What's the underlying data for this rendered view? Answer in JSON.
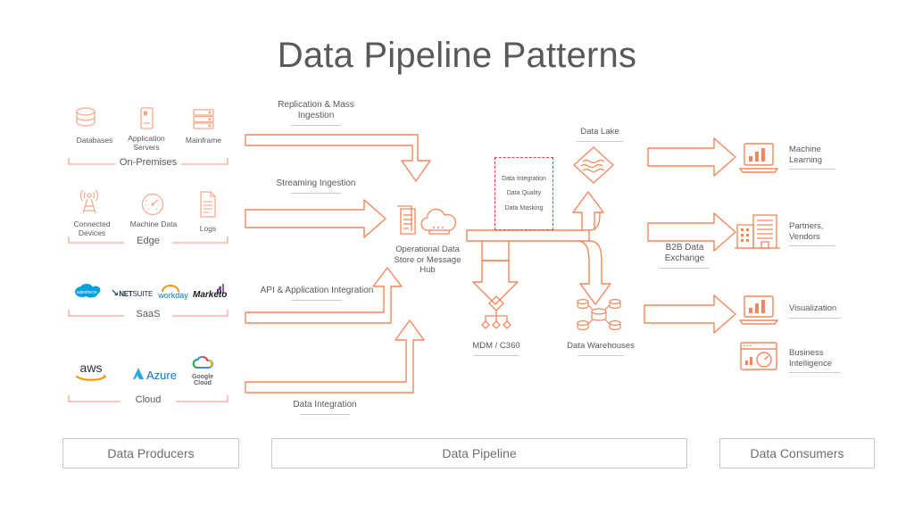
{
  "title": "Data Pipeline Patterns",
  "theme": {
    "orange": "#F47B56",
    "orange_light": "#FBB395",
    "red_dashed": "#EF3E33",
    "text": "#58595B",
    "rule": "#C9C9C9",
    "box_border": "#C8C8C8"
  },
  "producers": {
    "groups": [
      {
        "name": "On-Premises",
        "label": "On-Premises",
        "items": [
          {
            "label": "Databases",
            "icon": "database-icon"
          },
          {
            "label": "Application Servers",
            "icon": "server-icon"
          },
          {
            "label": "Mainframe",
            "icon": "mainframe-icon"
          }
        ]
      },
      {
        "name": "Edge",
        "label": "Edge",
        "items": [
          {
            "label": "Connected Devices",
            "icon": "antenna-icon"
          },
          {
            "label": "Machine Data",
            "icon": "gauge-icon"
          },
          {
            "label": "Logs",
            "icon": "documents-icon"
          }
        ]
      },
      {
        "name": "SaaS",
        "label": "SaaS",
        "items": [
          {
            "label": "salesforce",
            "icon": "salesforce-logo"
          },
          {
            "label": "NETSUITE",
            "icon": "netsuite-logo"
          },
          {
            "label": "workday",
            "icon": "workday-logo"
          },
          {
            "label": "Marketo",
            "icon": "marketo-logo"
          }
        ]
      },
      {
        "name": "Cloud",
        "label": "Cloud",
        "items": [
          {
            "label": "aws",
            "icon": "aws-logo"
          },
          {
            "label": "Azure",
            "icon": "azure-logo"
          },
          {
            "label": "Google Cloud",
            "icon": "google-cloud-logo"
          }
        ]
      }
    ]
  },
  "pipeline": {
    "flows": [
      {
        "id": "replication",
        "label": "Replication & Mass Ingestion"
      },
      {
        "id": "streaming",
        "label": "Streaming Ingestion"
      },
      {
        "id": "api",
        "label": "API & Application Integration"
      },
      {
        "id": "data_integration",
        "label": "Data Integration"
      },
      {
        "id": "b2b",
        "label": "B2B Data Exchange"
      }
    ],
    "nodes": [
      {
        "id": "ods",
        "label": "Operational Data Store or Message Hub",
        "icon": "documents-cloud-icon"
      },
      {
        "id": "data_lake",
        "label": "Data Lake",
        "icon": "data-lake-icon"
      },
      {
        "id": "mdm",
        "label": "MDM / C360",
        "icon": "mdm-network-icon"
      },
      {
        "id": "dw",
        "label": "Data Warehouses",
        "icon": "data-warehouse-icon"
      }
    ],
    "services_box": {
      "items": [
        "Data Integration",
        "Data Quality",
        "Data Masking"
      ]
    }
  },
  "consumers": {
    "items": [
      {
        "label": "Machine Learning",
        "icon": "laptop-chart-icon"
      },
      {
        "label": "Partners, Vendors",
        "icon": "buildings-icon"
      },
      {
        "label": "Visualization",
        "icon": "laptop-chart-icon"
      },
      {
        "label": "Business Intelligence",
        "icon": "dashboard-gauge-icon"
      }
    ]
  },
  "zones": [
    {
      "id": "producers",
      "label": "Data Producers"
    },
    {
      "id": "pipeline",
      "label": "Data Pipeline"
    },
    {
      "id": "consumers",
      "label": "Data Consumers"
    }
  ]
}
